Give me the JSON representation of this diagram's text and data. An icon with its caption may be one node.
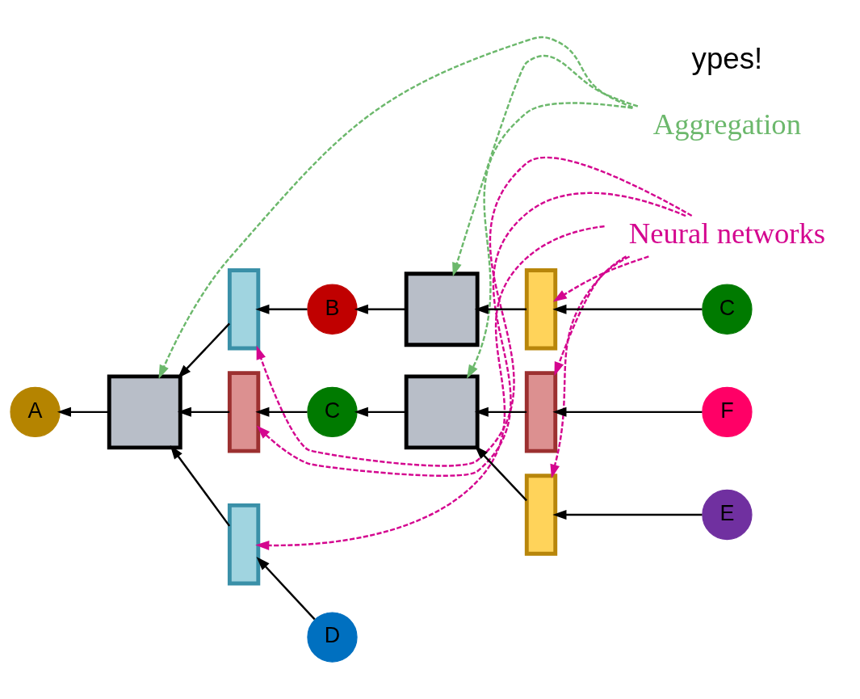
{
  "diagram": {
    "nodes": [
      {
        "text": [
          "Aggregation"
        ]
      },
      {
        "text": [
          "Neural networks"
        ]
      },
      {
        "text": [
          "A"
        ]
      },
      {
        "text": [],
        "shape": "box"
      },
      {
        "text": [],
        "shape": "bar"
      },
      {
        "text": [],
        "shape": "bar"
      },
      {
        "text": [],
        "shape": "bar"
      },
      {
        "text": [
          "B"
        ]
      },
      {
        "text": [
          "C"
        ]
      },
      {
        "text": [
          "D"
        ]
      },
      {
        "text": [],
        "shape": "box"
      },
      {
        "text": [],
        "shape": "box"
      },
      {
        "text": [],
        "shape": "bar"
      },
      {
        "text": [
          "C"
        ]
      },
      {
        "text": [],
        "shape": "bar"
      },
      {
        "text": [
          "F"
        ]
      },
      {
        "text": [],
        "shape": "bar"
      },
      {
        "text": [
          "E"
        ]
      }
    ],
    "edges": [
      {
        "from": 3,
        "to": 2,
        "arrow": "to"
      },
      {
        "from": 4,
        "to": 3,
        "arrow": "to"
      },
      {
        "from": 5,
        "to": 3,
        "arrow": "to"
      },
      {
        "from": 6,
        "to": 3,
        "arrow": "to"
      },
      {
        "from": 7,
        "to": 4,
        "arrow": "to"
      },
      {
        "from": 8,
        "to": 5,
        "arrow": "to"
      },
      {
        "from": 9,
        "to": 6,
        "arrow": "to"
      },
      {
        "from": 10,
        "to": 7,
        "arrow": "to"
      },
      {
        "from": 11,
        "to": 8,
        "arrow": "to"
      },
      {
        "from": 12,
        "to": 10,
        "arrow": "to"
      },
      {
        "from": 13,
        "to": 12,
        "arrow": "to"
      },
      {
        "from": 14,
        "to": 11,
        "arrow": "to"
      },
      {
        "from": 16,
        "to": 11,
        "arrow": "to"
      },
      {
        "from": 15,
        "to": 14,
        "arrow": "to"
      },
      {
        "from": 17,
        "to": 16,
        "arrow": "to"
      },
      {
        "from": 0,
        "to": 3,
        "arrow": "to",
        "style": "dashed",
        "color": "#6cb86c"
      },
      {
        "from": 0,
        "to": 10,
        "arrow": "to",
        "style": "dashed",
        "color": "#6cb86c"
      },
      {
        "from": 0,
        "to": 11,
        "arrow": "to",
        "style": "dashed",
        "color": "#6cb86c"
      },
      {
        "from": 1,
        "to": 4,
        "arrow": "to",
        "style": "dashed",
        "color": "#d4068f"
      },
      {
        "from": 1,
        "to": 5,
        "arrow": "to",
        "style": "dashed",
        "color": "#d4068f"
      },
      {
        "from": 1,
        "to": 6,
        "arrow": "to",
        "style": "dashed",
        "color": "#d4068f"
      },
      {
        "from": 1,
        "to": 12,
        "arrow": "to",
        "style": "dashed",
        "color": "#d4068f"
      },
      {
        "from": 1,
        "to": 14,
        "arrow": "to",
        "style": "dashed",
        "color": "#d4068f"
      },
      {
        "from": 1,
        "to": 16,
        "arrow": "to",
        "style": "dashed",
        "color": "#d4068f"
      }
    ],
    "labels": [
      "ypes!"
    ]
  }
}
